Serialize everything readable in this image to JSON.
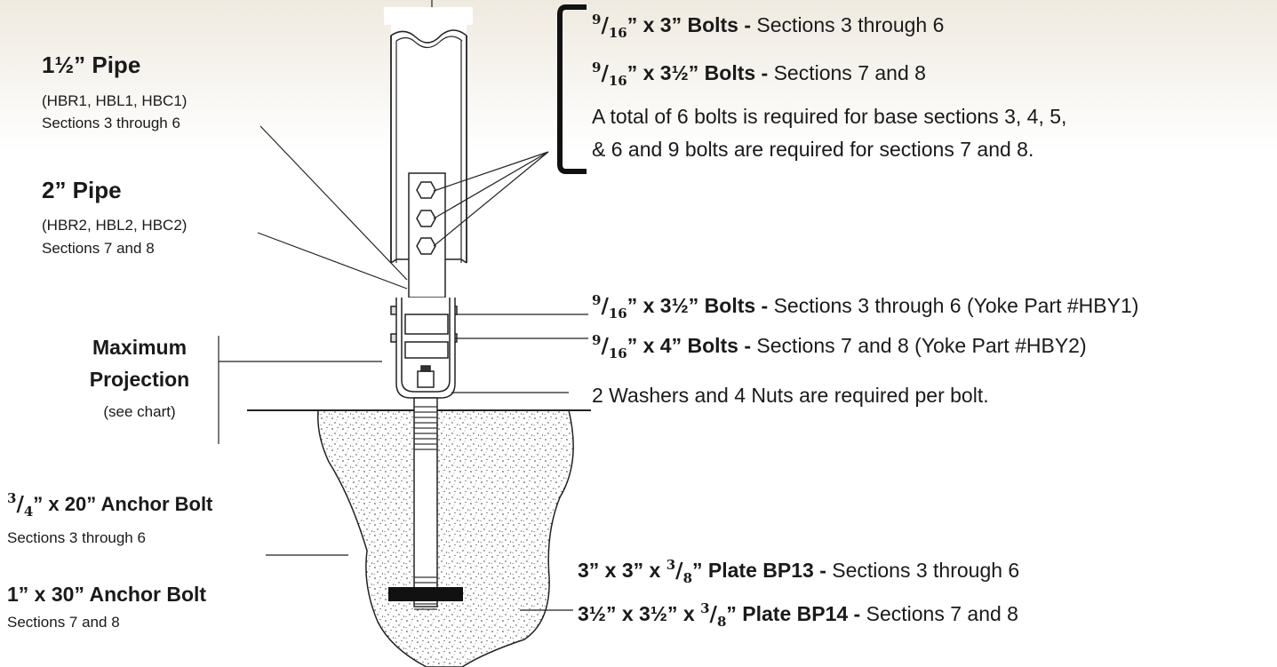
{
  "pipe_15": {
    "title": "1½” Pipe",
    "models": "(HBR1, HBL1, HBC1)",
    "sections": "Sections 3 through 6"
  },
  "pipe_2": {
    "title": "2” Pipe",
    "models": "(HBR2, HBL2, HBC2)",
    "sections": "Sections 7 and 8"
  },
  "projection": {
    "line1": "Maximum",
    "line2": "Projection",
    "note": "(see chart)"
  },
  "anchor_34": {
    "num": "3",
    "den": "4",
    "title": "” x 20” Anchor Bolt",
    "sections": "Sections 3 through 6"
  },
  "anchor_1": {
    "title": "1” x 30” Anchor Bolt",
    "sections": "Sections 7 and 8"
  },
  "upper_bolts": {
    "b1": {
      "num": "9",
      "den": "16",
      "label": "” x 3” Bolts -",
      "text": " Sections 3 through 6"
    },
    "b2": {
      "num": "9",
      "den": "16",
      "label": "” x 3½” Bolts -",
      "text": " Sections 7 and 8"
    },
    "note1": "A total of 6 bolts is required for base sections 3, 4, 5,",
    "note2": "& 6 and 9 bolts are required for sections 7 and 8."
  },
  "yoke_bolts": {
    "b1": {
      "num": "9",
      "den": "16",
      "label": "” x 3½” Bolts -",
      "text": " Sections 3 through 6 (Yoke Part #HBY1)"
    },
    "b2": {
      "num": "9",
      "den": "16",
      "label": "” x 4” Bolts -",
      "text": " Sections 7 and 8 (Yoke Part #HBY2)"
    },
    "washers": "2 Washers and 4 Nuts are required per bolt."
  },
  "plates": {
    "p1": {
      "prefix": "3” x 3” x ",
      "num": "3",
      "den": "8",
      "label": "” Plate BP13 -",
      "text": " Sections 3 through 6"
    },
    "p2": {
      "prefix": "3½” x 3½” x ",
      "num": "3",
      "den": "8",
      "label": "” Plate BP14 -",
      "text": " Sections 7 and 8"
    }
  }
}
